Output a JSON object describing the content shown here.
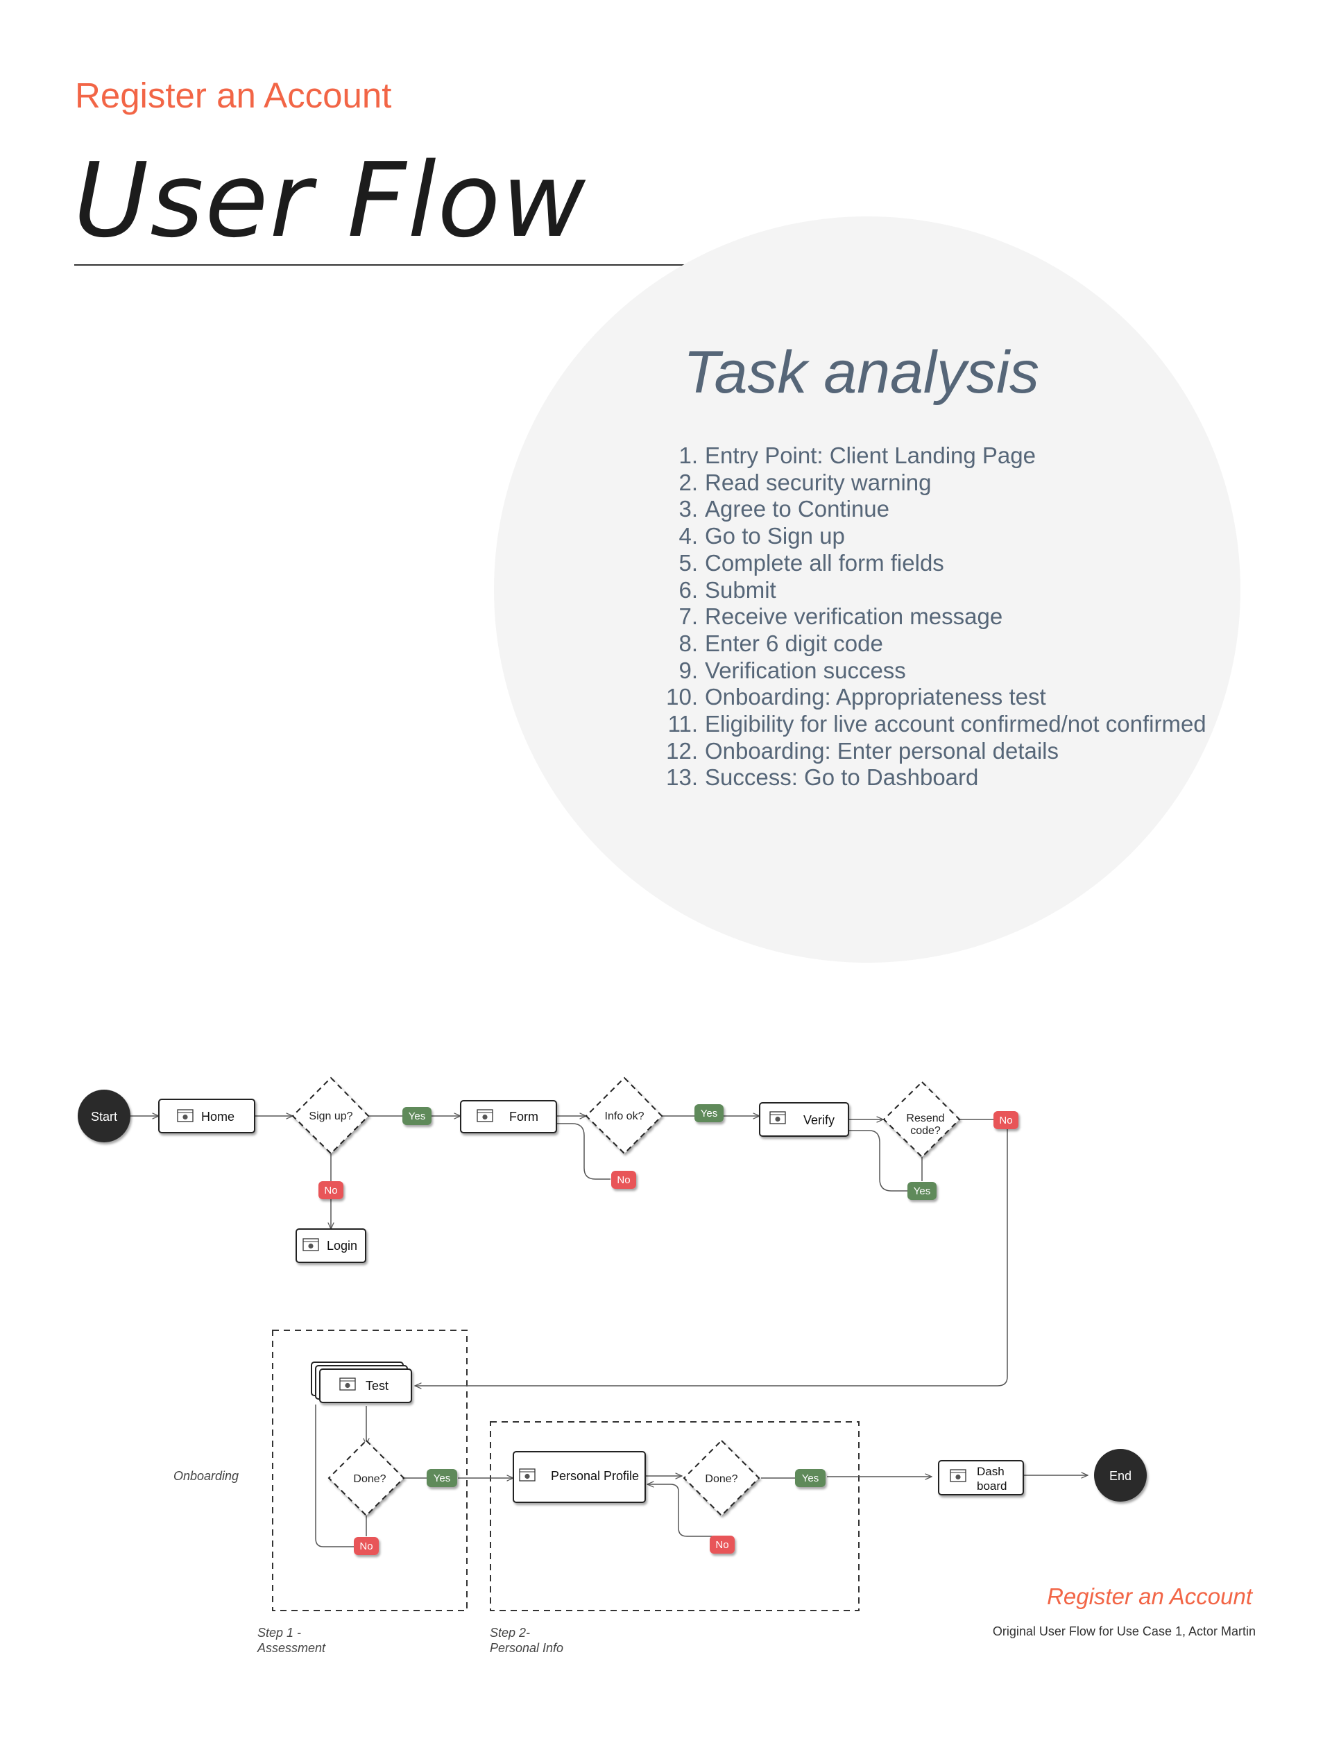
{
  "header": {
    "kicker": "Register an Account",
    "title": "User Flow"
  },
  "task_analysis": {
    "heading": "Task analysis",
    "items": [
      {
        "n": "1.",
        "text": "Entry Point: Client Landing Page"
      },
      {
        "n": "2.",
        "text": "Read security warning"
      },
      {
        "n": "3.",
        "text": "Agree to Continue"
      },
      {
        "n": "4.",
        "text": "Go to Sign up"
      },
      {
        "n": "5.",
        "text": "Complete all form fields"
      },
      {
        "n": "6.",
        "text": "Submit"
      },
      {
        "n": "7.",
        "text": "Receive verification message"
      },
      {
        "n": "8.",
        "text": "Enter 6 digit code"
      },
      {
        "n": "9.",
        "text": "Verification success"
      },
      {
        "n": "10.",
        "text": "Onboarding: Appropriateness test"
      },
      {
        "n": "11.",
        "text": "Eligibility for live account confirmed/not confirmed"
      },
      {
        "n": "12.",
        "text": "Onboarding: Enter personal details"
      },
      {
        "n": "13.",
        "text": "Success: Go to Dashboard"
      }
    ]
  },
  "flow": {
    "start": "Start",
    "end": "End",
    "pages": {
      "home": "Home",
      "form": "Form",
      "verify": "Verify",
      "login": "Login",
      "test": "Test",
      "personal_profile": "Personal Profile",
      "dashboard_line1": "Dash",
      "dashboard_line2": "board"
    },
    "decisions": {
      "sign_up": "Sign up?",
      "info_ok": "Info ok?",
      "resend_line1": "Resend",
      "resend_line2": "code?",
      "done_1": "Done?",
      "done_2": "Done?"
    },
    "yes": "Yes",
    "no": "No",
    "group_label": "Onboarding",
    "step1_line1": "Step 1 -",
    "step1_line2": "Assessment",
    "step2_line1": "Step 2-",
    "step2_line2": "Personal Info"
  },
  "footer": {
    "title": "Register an Account",
    "caption": "Original User Flow for Use Case 1, Actor Martin"
  },
  "colors": {
    "accent": "#f26546",
    "task_text": "#566678",
    "yes_badge": "#5e8a5a",
    "no_badge": "#e85558",
    "terminal": "#2b2b2b"
  }
}
